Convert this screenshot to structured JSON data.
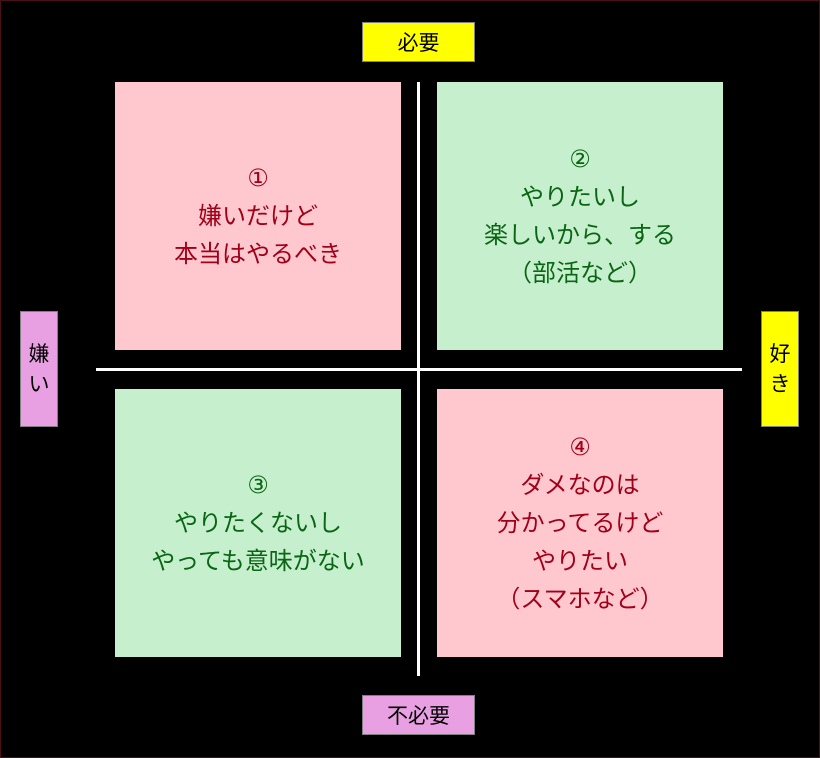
{
  "colors": {
    "background": "#000000",
    "axis": "#ffffff",
    "pink_box": "#ffc8ce",
    "pink_text": "#a00018",
    "green_box": "#c6efcd",
    "green_text": "#0a6614",
    "yellow_label": "#ffff00",
    "violet_label": "#e8a0e2"
  },
  "labels": {
    "top": "必要",
    "bottom": "不必要",
    "left": [
      "嫌",
      "い"
    ],
    "right": [
      "好",
      "き"
    ]
  },
  "quadrants": [
    {
      "number": "①",
      "lines": [
        "嫌いだけど",
        "本当はやるべき"
      ],
      "tone": "pink"
    },
    {
      "number": "②",
      "lines": [
        "やりたいし",
        "楽しいから、する",
        "（部活など）"
      ],
      "tone": "green"
    },
    {
      "number": "③",
      "lines": [
        "やりたくないし",
        "やっても意味がない"
      ],
      "tone": "green"
    },
    {
      "number": "④",
      "lines": [
        "ダメなのは",
        "分かってるけど",
        "やりたい",
        "（スマホなど）"
      ],
      "tone": "pink"
    }
  ]
}
